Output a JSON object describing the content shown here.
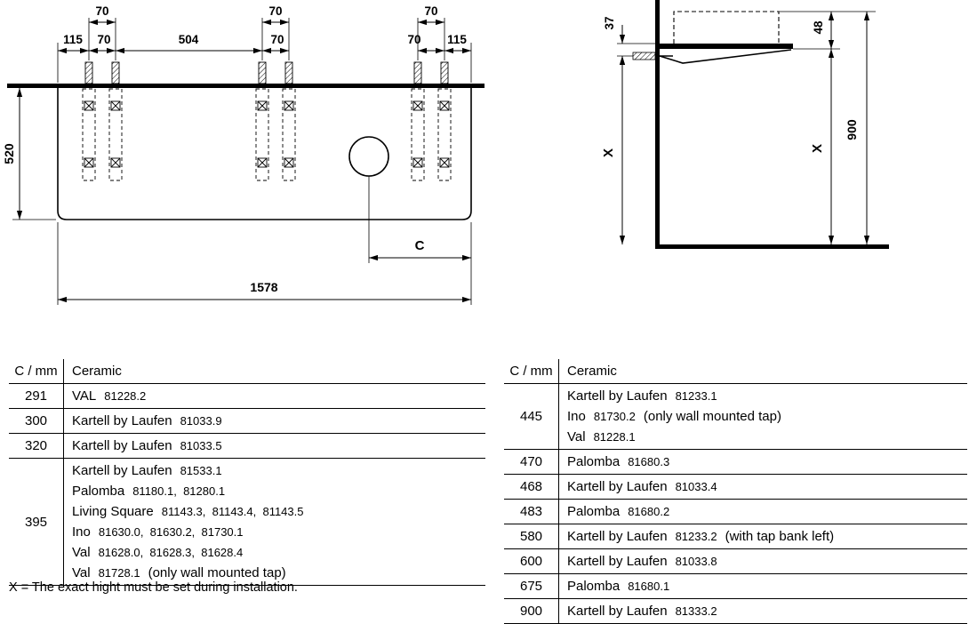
{
  "drawing": {
    "front_view": {
      "pair_spacing_labels": [
        "70",
        "70",
        "70"
      ],
      "top_dim_labels": [
        "115",
        "70",
        "504",
        "70",
        "70",
        "115"
      ],
      "height_label": "520",
      "width_label": "1578",
      "c_label": "C"
    },
    "side_view": {
      "offset_label": "37",
      "thickness_label": "48",
      "x_left_label": "X",
      "x_right_label": "X",
      "height_label": "900"
    }
  },
  "tables": {
    "left": {
      "headers": {
        "c": "C / mm",
        "ceramic": "Ceramic"
      },
      "rows": [
        {
          "c": "291",
          "lines": [
            {
              "name": "VAL",
              "codes": "81228.2"
            }
          ]
        },
        {
          "c": "300",
          "lines": [
            {
              "name": "Kartell by Laufen",
              "codes": "81033.9"
            }
          ]
        },
        {
          "c": "320",
          "lines": [
            {
              "name": "Kartell by Laufen",
              "codes": "81033.5"
            }
          ]
        },
        {
          "c": "395",
          "lines": [
            {
              "name": "Kartell by Laufen",
              "codes": "81533.1"
            },
            {
              "name": "Palomba",
              "codes": "81180.1,  81280.1"
            },
            {
              "name": "Living Square",
              "codes": "81143.3,  81143.4,  81143.5"
            },
            {
              "name": "Ino",
              "codes": "81630.0,  81630.2,  81730.1"
            },
            {
              "name": "Val",
              "codes": "81628.0,  81628.3,  81628.4"
            },
            {
              "name": "Val",
              "codes": "81728.1",
              "suffix": "(only wall mounted tap)"
            }
          ]
        }
      ]
    },
    "right": {
      "headers": {
        "c": "C / mm",
        "ceramic": "Ceramic"
      },
      "rows": [
        {
          "c": "445",
          "lines": [
            {
              "name": "Kartell by Laufen",
              "codes": "81233.1"
            },
            {
              "name": "Ino",
              "codes": "81730.2",
              "suffix": "(only wall mounted tap)"
            },
            {
              "name": "Val",
              "codes": "81228.1"
            }
          ]
        },
        {
          "c": "470",
          "lines": [
            {
              "name": "Palomba",
              "codes": "81680.3"
            }
          ]
        },
        {
          "c": "468",
          "lines": [
            {
              "name": "Kartell by Laufen",
              "codes": "81033.4"
            }
          ]
        },
        {
          "c": "483",
          "lines": [
            {
              "name": "Palomba",
              "codes": "81680.2"
            }
          ]
        },
        {
          "c": "580",
          "lines": [
            {
              "name": "Kartell by Laufen",
              "codes": "81233.2",
              "suffix": "(with tap bank left)"
            }
          ]
        },
        {
          "c": "600",
          "lines": [
            {
              "name": "Kartell by Laufen",
              "codes": "81033.8"
            }
          ]
        },
        {
          "c": "675",
          "lines": [
            {
              "name": "Palomba",
              "codes": "81680.1"
            }
          ]
        },
        {
          "c": "900",
          "lines": [
            {
              "name": "Kartell by Laufen",
              "codes": "81333.2"
            }
          ]
        }
      ]
    }
  },
  "footnote": "X = The exact hight must be set during installation."
}
